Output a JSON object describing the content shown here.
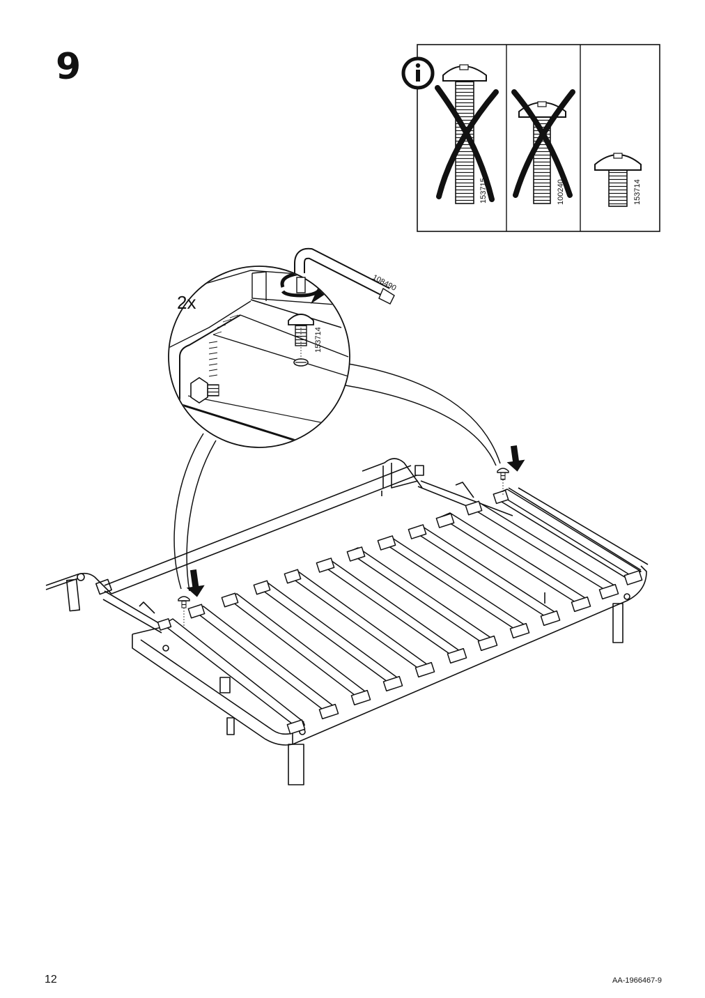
{
  "step": {
    "number": "9"
  },
  "info_panel": {
    "icon": "info-icon",
    "screws": [
      {
        "code": "153715",
        "allowed": false
      },
      {
        "code": "100240",
        "allowed": false
      },
      {
        "code": "153714",
        "allowed": true
      }
    ]
  },
  "detail": {
    "quantity": "2x",
    "tool_code": "108490",
    "screw_code": "153714"
  },
  "footer": {
    "page_number": "12",
    "doc_code": "AA-1966467-9"
  }
}
